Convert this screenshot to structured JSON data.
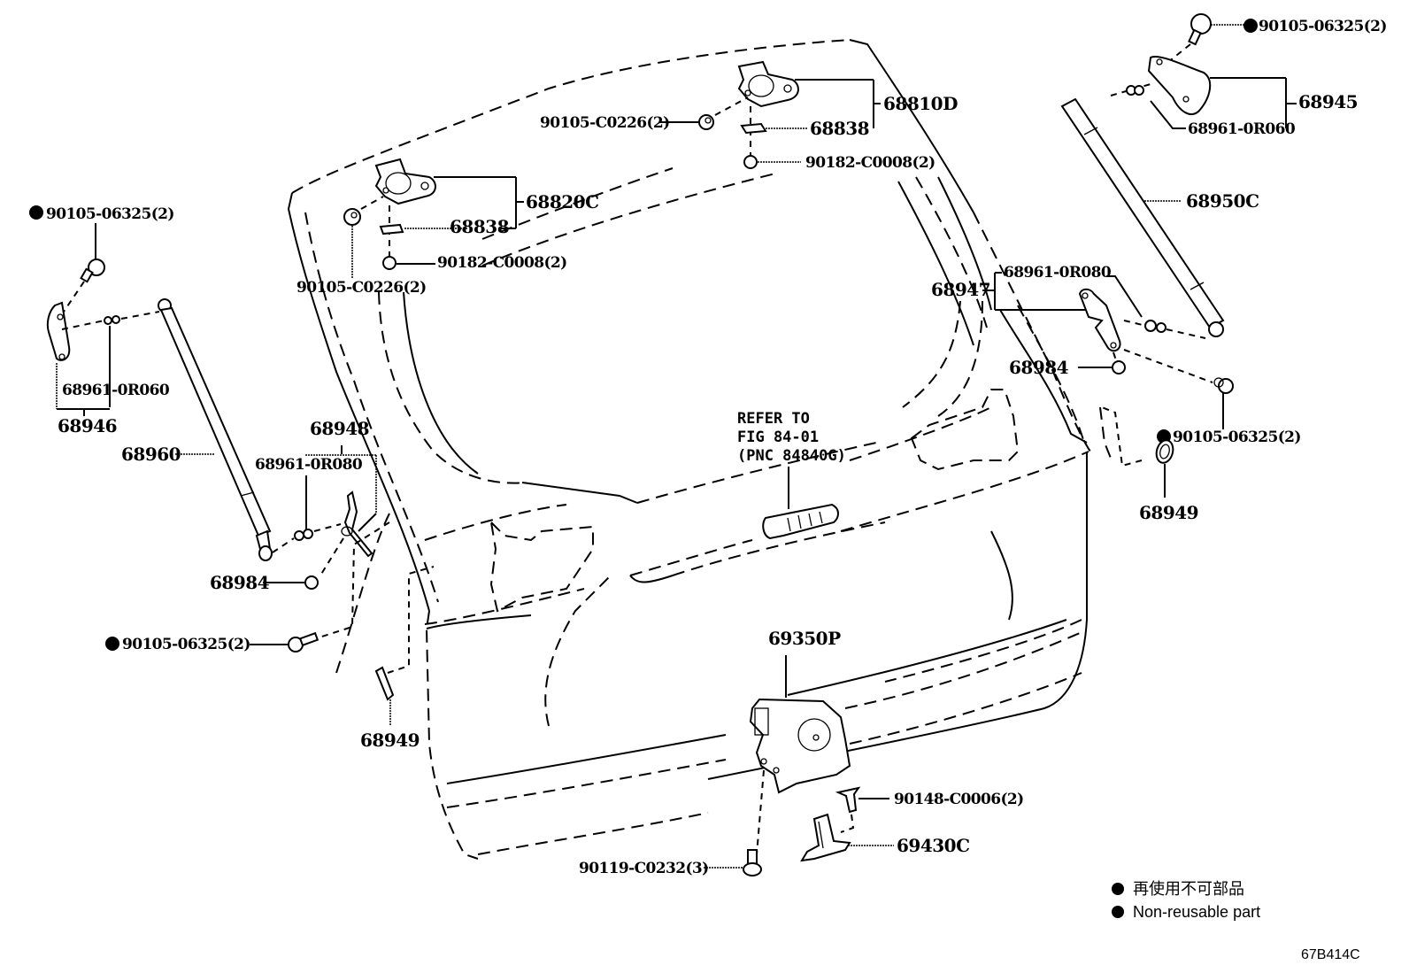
{
  "diagram": {
    "type": "parts-exploded-view",
    "subject": "back door lock, hinge and damper stay assembly",
    "figure_code": "67B414C",
    "callouts": {
      "hinge_upper_bolt": "90105-06325(2)",
      "hinge_right_assy": "68945",
      "hinge_right_pin": "68961-0R060",
      "hinge_center_assy": "68810D",
      "hinge_center_nut_bolt": "90105-C0226(2)",
      "hinge_center_shim": "68838",
      "hinge_center_nut": "90182-C0008(2)",
      "hinge_left_assy": "68820C",
      "hinge_left_shim": "68838",
      "hinge_left_nut": "90182-C0008(2)",
      "hinge_left_nut_bolt": "90105-C0226(2)",
      "damper_right": "68950C",
      "stay_right_assy": "68947",
      "stay_right_pin": "68961-0R080",
      "stay_right_nut": "68984",
      "stay_right_bolt": "90105-06325(2)",
      "cushion_right": "68949",
      "left_bolt_top": "90105-06325(2)",
      "left_pin": "68961-0R060",
      "left_hinge_assy": "68946",
      "damper_left": "68960",
      "stay_left_assy": "68948",
      "stay_left_pin": "68961-0R080",
      "stay_left_nut": "68984",
      "stay_left_bolt": "90105-06325(2)",
      "cushion_left": "68949",
      "refer_line1": "REFER TO",
      "refer_line2": "FIG 84-01",
      "refer_line3": "(PNC 84840G)",
      "lock_assy": "69350P",
      "lock_screw": "90148-C0006(2)",
      "lock_striker": "69430C",
      "lock_bolt": "90119-C0232(3)"
    },
    "non_reusable_marked": [
      "90105-06325 (top right)",
      "90105-06325 (left top)",
      "90105-06325 (right stay)",
      "90105-06325 (left stay)"
    ]
  },
  "legend": {
    "items": [
      {
        "symbol": "filled-circle",
        "text": "再使用不可部品"
      },
      {
        "symbol": "filled-circle",
        "text": "Non-reusable part"
      }
    ]
  }
}
